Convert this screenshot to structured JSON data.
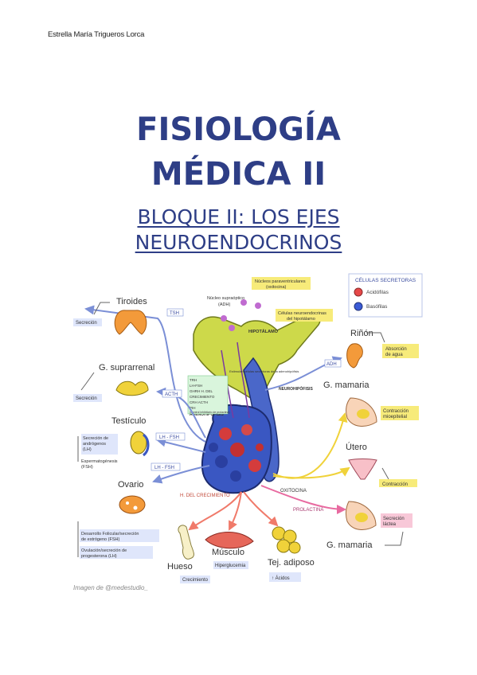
{
  "document": {
    "author": "Estrella María Trigueros Lorca",
    "title_line1": "FISIOLOGÍA",
    "title_line2": "MÉDICA II",
    "subtitle_line1": "BLOQUE II: LOS EJES",
    "subtitle_line2": "NEUROENDOCRINOS",
    "caption": "Imagen de @medestudio_"
  },
  "figure": {
    "legend": {
      "title": "CÉLULAS SECRETORAS",
      "acid": "Acidófilas",
      "baso": "Basófilas"
    },
    "hypothalamus": {
      "supraoptic": "Núcleo supraóptico",
      "supraoptic_hormone": "(ADH)",
      "paraventricular": "Núcleos paraventriculares",
      "paraventricular_hormone": "(oxitocina)",
      "neuroendocrine": "Células neuroendocrinas",
      "neuroendocrine_2": "del hipotálamo",
      "label": "HIPOTÁLAMO",
      "neurohypophysis": "NEUROHIPÓFISIS",
      "adenohypophysis": "ADENOHIPÓFISIS"
    },
    "releasing": [
      "TRH",
      "LH-FSH",
      "GHRH H. DEL",
      "CRECIMIENTO",
      "CRH ACTH",
      "PIH",
      "(Control inhibitorio de prolactina)"
    ],
    "stimulus_note": "Estimulan células secretoras de la adenohipófisis",
    "hormones": {
      "tsh": "TSH",
      "acth": "ACTH",
      "lh_fsh_1": "LH - FSH",
      "lh_fsh_2": "LH - FSH",
      "adh": "ADH",
      "oxitocina": "OXITOCINA",
      "h_crecimiento": "H. DEL CRECIMIENTO",
      "prolactina": "PROLACTINA"
    },
    "organs": {
      "tiroides": "Tiroides",
      "tiroides_effect": "Secreción",
      "suprarrenal": "G. suprarrenal",
      "suprarrenal_effect": "Secreción",
      "testiculo": "Testículo",
      "testiculo_effect_1": "Secreción de",
      "testiculo_effect_2": "andrógenos",
      "testiculo_effect_3": "(LH)",
      "testiculo_effect_4": "Espermatogénesis",
      "testiculo_effect_5": "(FSH)",
      "ovario": "Ovario",
      "ovario_effect_1": "Desarrollo Folicular/secreción",
      "ovario_effect_2": "de estrógeno (FSH)",
      "ovario_effect_3": "Ovulación/secreción de",
      "ovario_effect_4": "progesterona (LH)",
      "hueso": "Hueso",
      "hueso_effect": "Crecimiento",
      "musculo": "Músculo",
      "musculo_effect": "Hiperglucemia",
      "adiposo": "Tej. adiposo",
      "adiposo_effect": "↑ Ácidos",
      "rinon": "Riñón",
      "rinon_effect_1": "Absorción",
      "rinon_effect_2": "de agua",
      "mamaria_1": "G. mamaria",
      "mamaria_1_effect_1": "Contracción",
      "mamaria_1_effect_2": "mioepitelial",
      "utero": "Útero",
      "utero_effect": "Contracción",
      "mamaria_2": "G. mamaria",
      "mamaria_2_effect_1": "Secreción",
      "mamaria_2_effect_2": "láctea"
    }
  }
}
